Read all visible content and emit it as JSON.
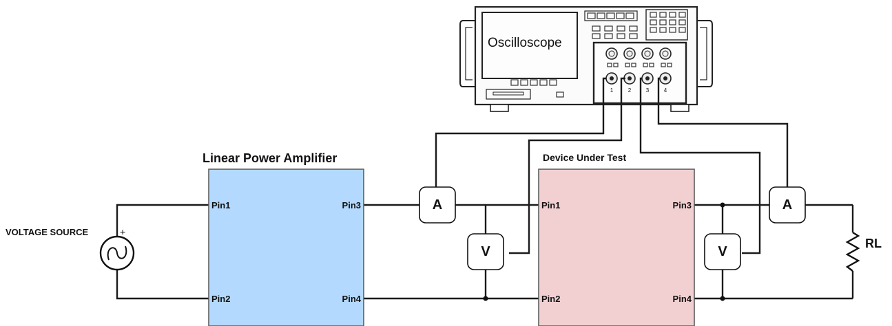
{
  "oscilloscope": {
    "screen_label": "Oscilloscope",
    "channels": [
      "1",
      "2",
      "3",
      "4"
    ]
  },
  "amplifier": {
    "title": "Linear Power Amplifier",
    "pins": {
      "in_pos": "Pin1",
      "in_neg": "Pin2",
      "out_pos": "Pin3",
      "out_neg": "Pin4"
    },
    "fill_color": "#b3d9ff"
  },
  "dut": {
    "title": "Device Under Test",
    "pins": {
      "in_pos": "Pin1",
      "in_neg": "Pin2",
      "out_pos": "Pin3",
      "out_neg": "Pin4"
    },
    "fill_color": "#f2d0d2"
  },
  "source": {
    "label": "VOLTAGE SOURCE",
    "polarity": "+"
  },
  "meters": {
    "ammeter_in": "A",
    "voltmeter_in": "V",
    "voltmeter_out": "V",
    "ammeter_out": "A"
  },
  "load": {
    "label": "RL"
  }
}
